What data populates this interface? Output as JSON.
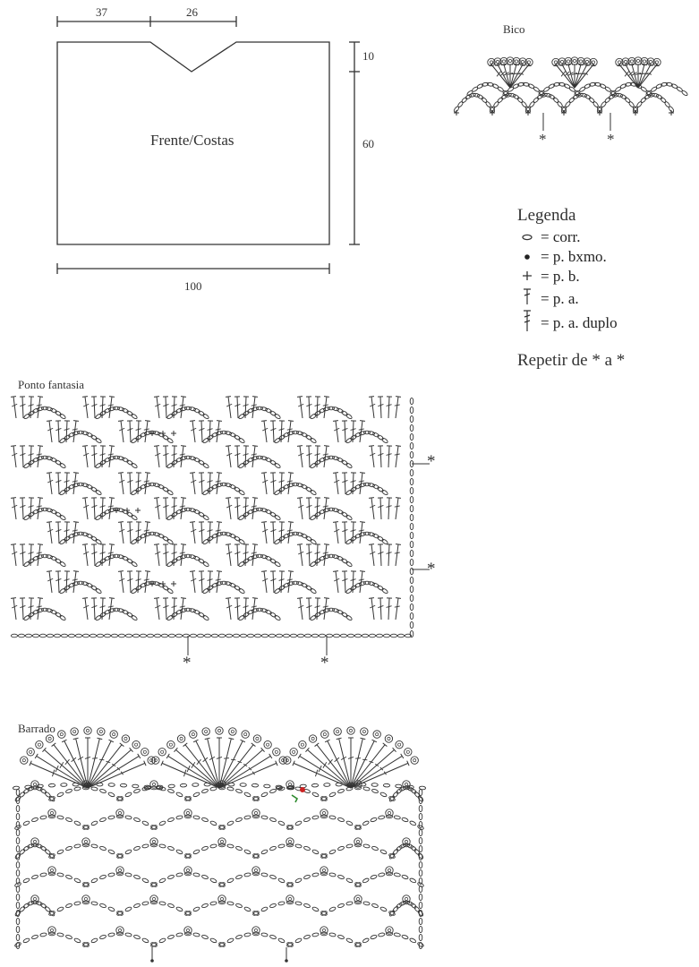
{
  "schematic": {
    "dim_top_left": "37",
    "dim_top_right": "26",
    "dim_side_top": "10",
    "dim_side_main": "60",
    "dim_bottom": "100",
    "panel_label": "Frente/Costas"
  },
  "bico": {
    "title": "Bico",
    "marker": "*"
  },
  "legend": {
    "title": "Legenda",
    "items": [
      {
        "icon": "chain-oval-icon",
        "text": "= corr."
      },
      {
        "icon": "slip-stitch-dot-icon",
        "text": "= p. bxmo."
      },
      {
        "icon": "single-crochet-plus-icon",
        "text": "= p. b."
      },
      {
        "icon": "double-crochet-icon",
        "text": "= p. a."
      },
      {
        "icon": "treble-crochet-icon",
        "text": "= p. a. duplo"
      }
    ],
    "repeat_note": "Repetir de * a *"
  },
  "ponto_fantasia": {
    "title": "Ponto fantasia",
    "marker": "*"
  },
  "barrado": {
    "title": "Barrado"
  },
  "colors": {
    "line": "#333333",
    "accent_red": "#cc2222",
    "accent_green": "#2e8b2e"
  }
}
